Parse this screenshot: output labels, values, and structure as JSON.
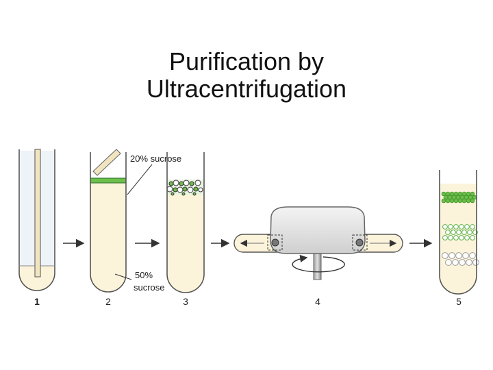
{
  "title": {
    "line1": "Purification by",
    "line2": "Ultracentrifugation"
  },
  "labels": {
    "top_gradient": "20% sucrose",
    "bottom_gradient_pct": "50%",
    "bottom_gradient_word": "sucrose"
  },
  "steps": [
    "1",
    "2",
    "3",
    "4",
    "5"
  ],
  "colors": {
    "sucrose_fill": "#fbf3da",
    "band_green": "#6cc04a",
    "outline": "#555555",
    "arrow": "#444444",
    "rotor": "#e6e6e6"
  },
  "icons": {
    "rotation": "circular-arrow-icon"
  }
}
